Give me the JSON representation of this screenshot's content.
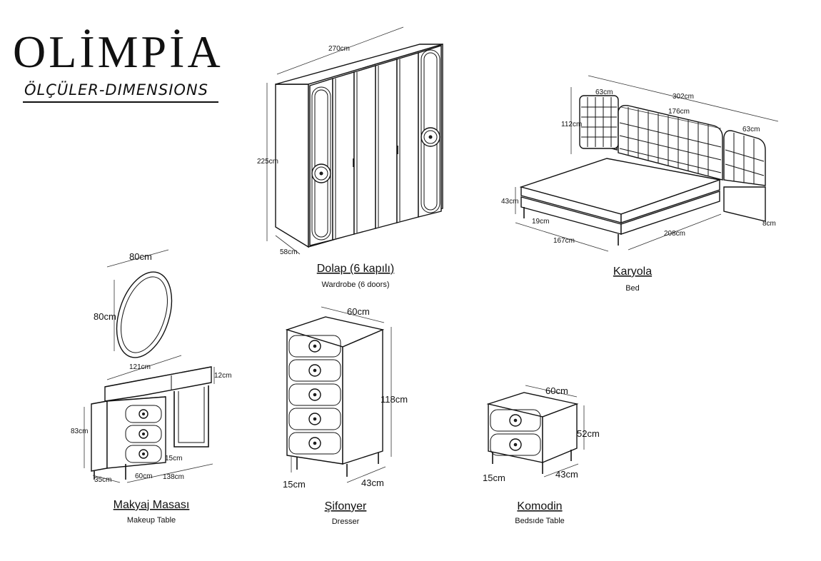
{
  "brand": {
    "title": "OLİMPİA",
    "subtitle": "ÖLÇÜLER-DIMENSIONS"
  },
  "wardrobe": {
    "title": "Dolap (6 kapılı)",
    "subtitle": "Wardrobe (6 doors)",
    "width": "270cm",
    "height": "225cm",
    "depth": "58cm"
  },
  "bed": {
    "title": "Karyola",
    "subtitle": "Bed",
    "total_width": "302cm",
    "side_panel_left": "63cm",
    "headboard_width": "176cm",
    "side_panel_right": "63cm",
    "headboard_height": "112cm",
    "frame_height": "43cm",
    "leg_height": "19cm",
    "width": "167cm",
    "length": "208cm",
    "panel_thickness": "8cm"
  },
  "mirror": {
    "width": "80cm",
    "height": "80cm"
  },
  "makeup_table": {
    "title": "Makyaj Masası",
    "subtitle": "Makeup Table",
    "top_width": "121cm",
    "top_height": "12cm",
    "height": "83cm",
    "depth": "35cm",
    "drawer_width": "60cm",
    "total_width": "138cm",
    "leg_height": "15cm"
  },
  "dresser": {
    "title": "Şifonyer",
    "subtitle": "Dresser",
    "width": "60cm",
    "height": "118cm",
    "leg_height": "15cm",
    "depth": "43cm"
  },
  "bedside": {
    "title": "Komodin",
    "subtitle": "Bedsıde Table",
    "width": "60cm",
    "height": "52cm",
    "leg_height": "15cm",
    "depth": "43cm"
  }
}
